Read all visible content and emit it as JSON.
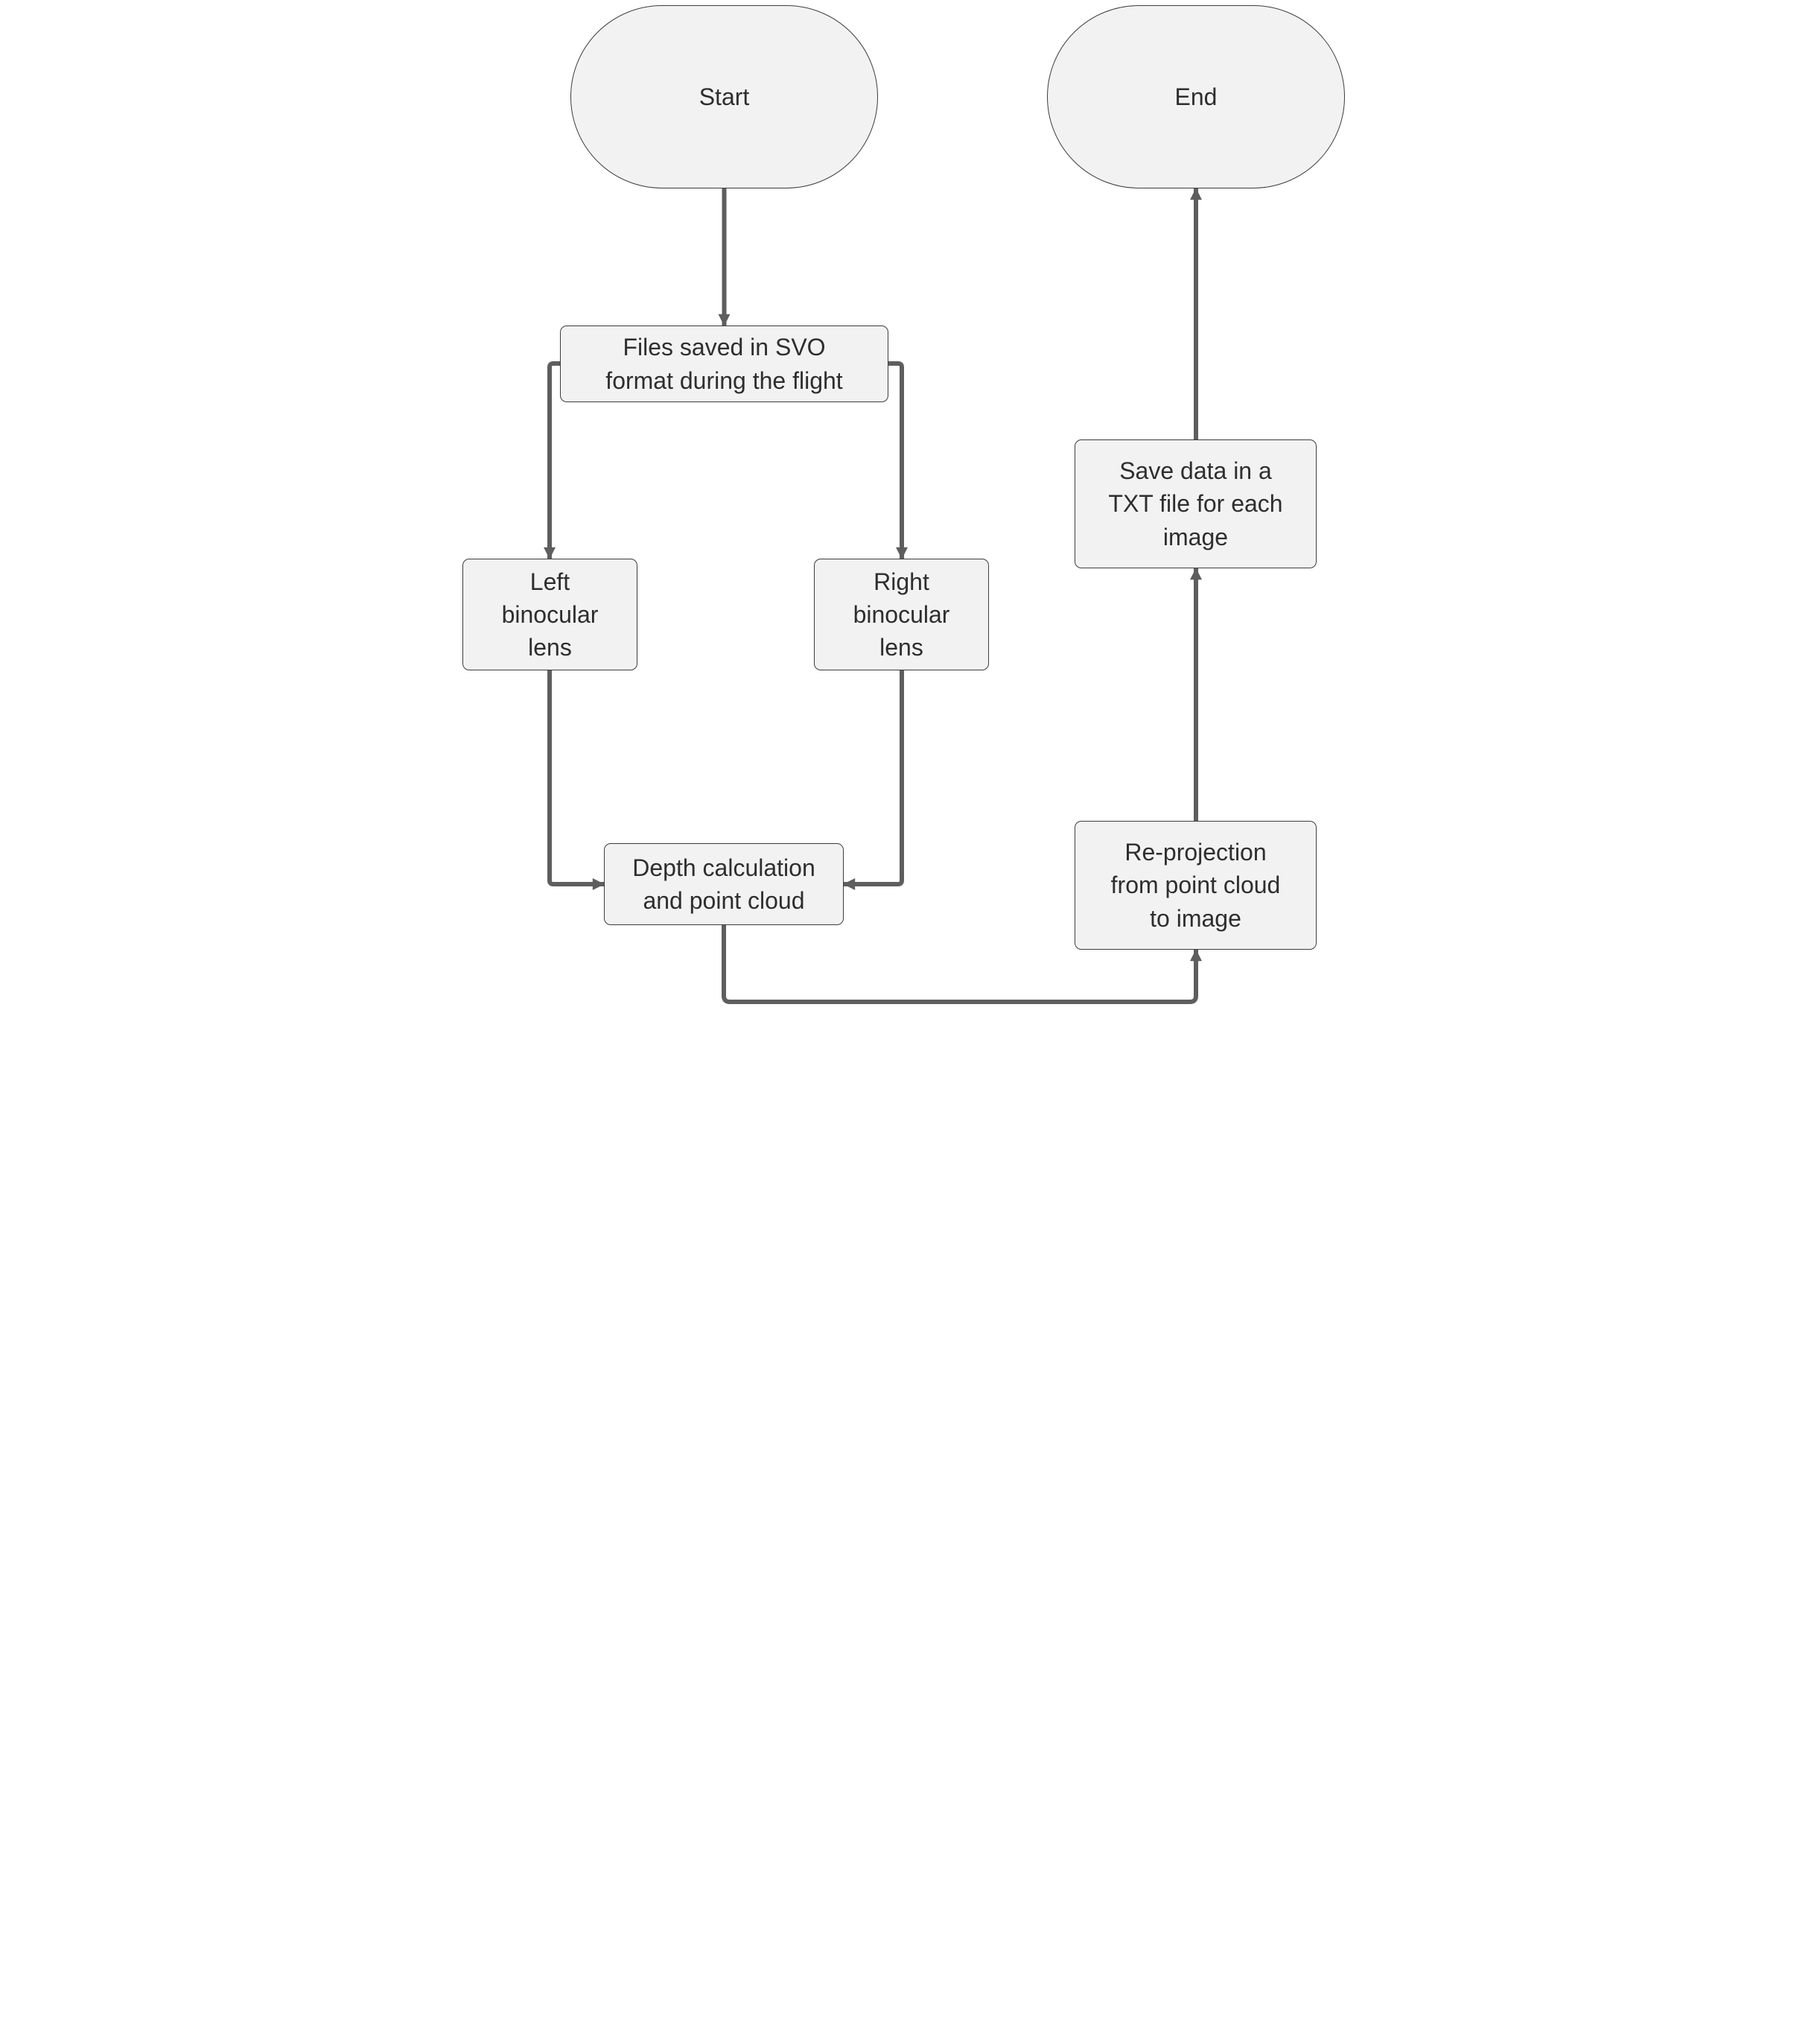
{
  "diagram": {
    "type": "flowchart",
    "background": "#ffffff",
    "colors": {
      "node_fill": "#f2f2f2",
      "node_border": "#3d3d3d",
      "text": "#2e2e2e",
      "connector": "#5e5e5e"
    },
    "nodes": [
      {
        "id": "start",
        "shape": "stadium",
        "label": "Start"
      },
      {
        "id": "end",
        "shape": "stadium",
        "label": "End"
      },
      {
        "id": "svo_files",
        "shape": "rect",
        "label": "Files saved in SVO\nformat during the flight"
      },
      {
        "id": "left_lens",
        "shape": "rect",
        "label": "Left\nbinocular\nlens"
      },
      {
        "id": "right_lens",
        "shape": "rect",
        "label": "Right\nbinocular\nlens"
      },
      {
        "id": "depth",
        "shape": "rect",
        "label": "Depth calculation\nand point cloud"
      },
      {
        "id": "reproject",
        "shape": "rect",
        "label": "Re-projection\nfrom point cloud\nto image"
      },
      {
        "id": "save_txt",
        "shape": "rect",
        "label": "Save data in a\nTXT file for each\nimage"
      }
    ],
    "edges": [
      {
        "from": "start",
        "to": "svo_files"
      },
      {
        "from": "svo_files",
        "to": "left_lens"
      },
      {
        "from": "svo_files",
        "to": "right_lens"
      },
      {
        "from": "left_lens",
        "to": "depth"
      },
      {
        "from": "right_lens",
        "to": "depth"
      },
      {
        "from": "depth",
        "to": "reproject"
      },
      {
        "from": "reproject",
        "to": "save_txt"
      },
      {
        "from": "save_txt",
        "to": "end"
      }
    ]
  }
}
